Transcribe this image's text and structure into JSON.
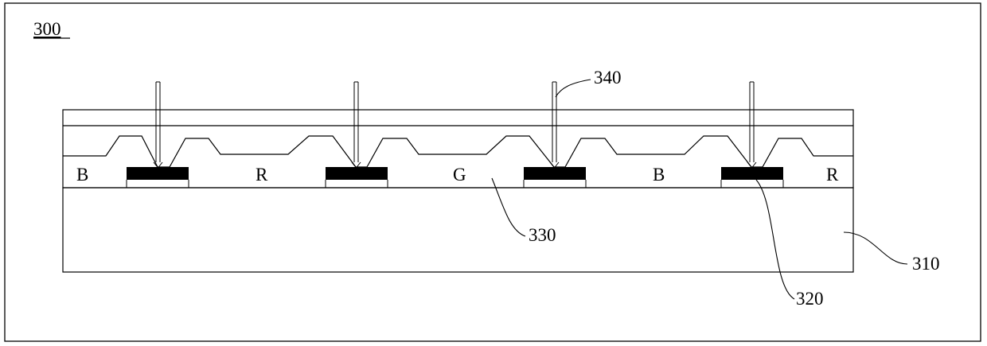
{
  "figure": {
    "number": "300"
  },
  "subpixel_letters": [
    "B",
    "R",
    "G",
    "B",
    "R"
  ],
  "reference_numerals": {
    "substrate": "310",
    "black_block": "320",
    "layer": "330",
    "arrow": "340"
  },
  "colors": {
    "line": "#000000",
    "fill_block": "#000000",
    "background": "#ffffff"
  }
}
